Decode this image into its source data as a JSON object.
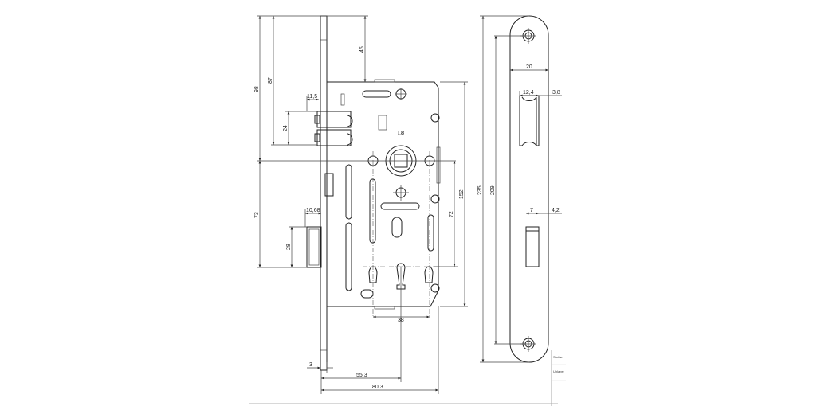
{
  "drawing": {
    "title": "Mortise lock with strike plate – dimensioned drawing",
    "lock_dimensions": {
      "top_to_spindle": "98",
      "top_to_latch": "87",
      "top_to_case": "45",
      "latch_projection": "11,5",
      "latch_height": "24",
      "spindle_square": "□8",
      "spindle_to_bolt": "73",
      "bolt_projection": "10,68",
      "bolt_height": "28",
      "case_height": "152",
      "handle_to_cylinder": "72",
      "screw_spacing": "38",
      "faceplate_thickness": "3",
      "backset": "55,3",
      "case_depth": "80,3"
    },
    "strike_dimensions": {
      "length": "235",
      "screw_spacing": "209",
      "width": "20",
      "latch_hole_width": "12,4",
      "latch_hole_offset": "3,8",
      "bolt_hole_width": "7",
      "bolt_hole_offset": "4,2"
    },
    "title_block": {
      "row1": "Surfac",
      "row2": "Unlabe"
    }
  }
}
